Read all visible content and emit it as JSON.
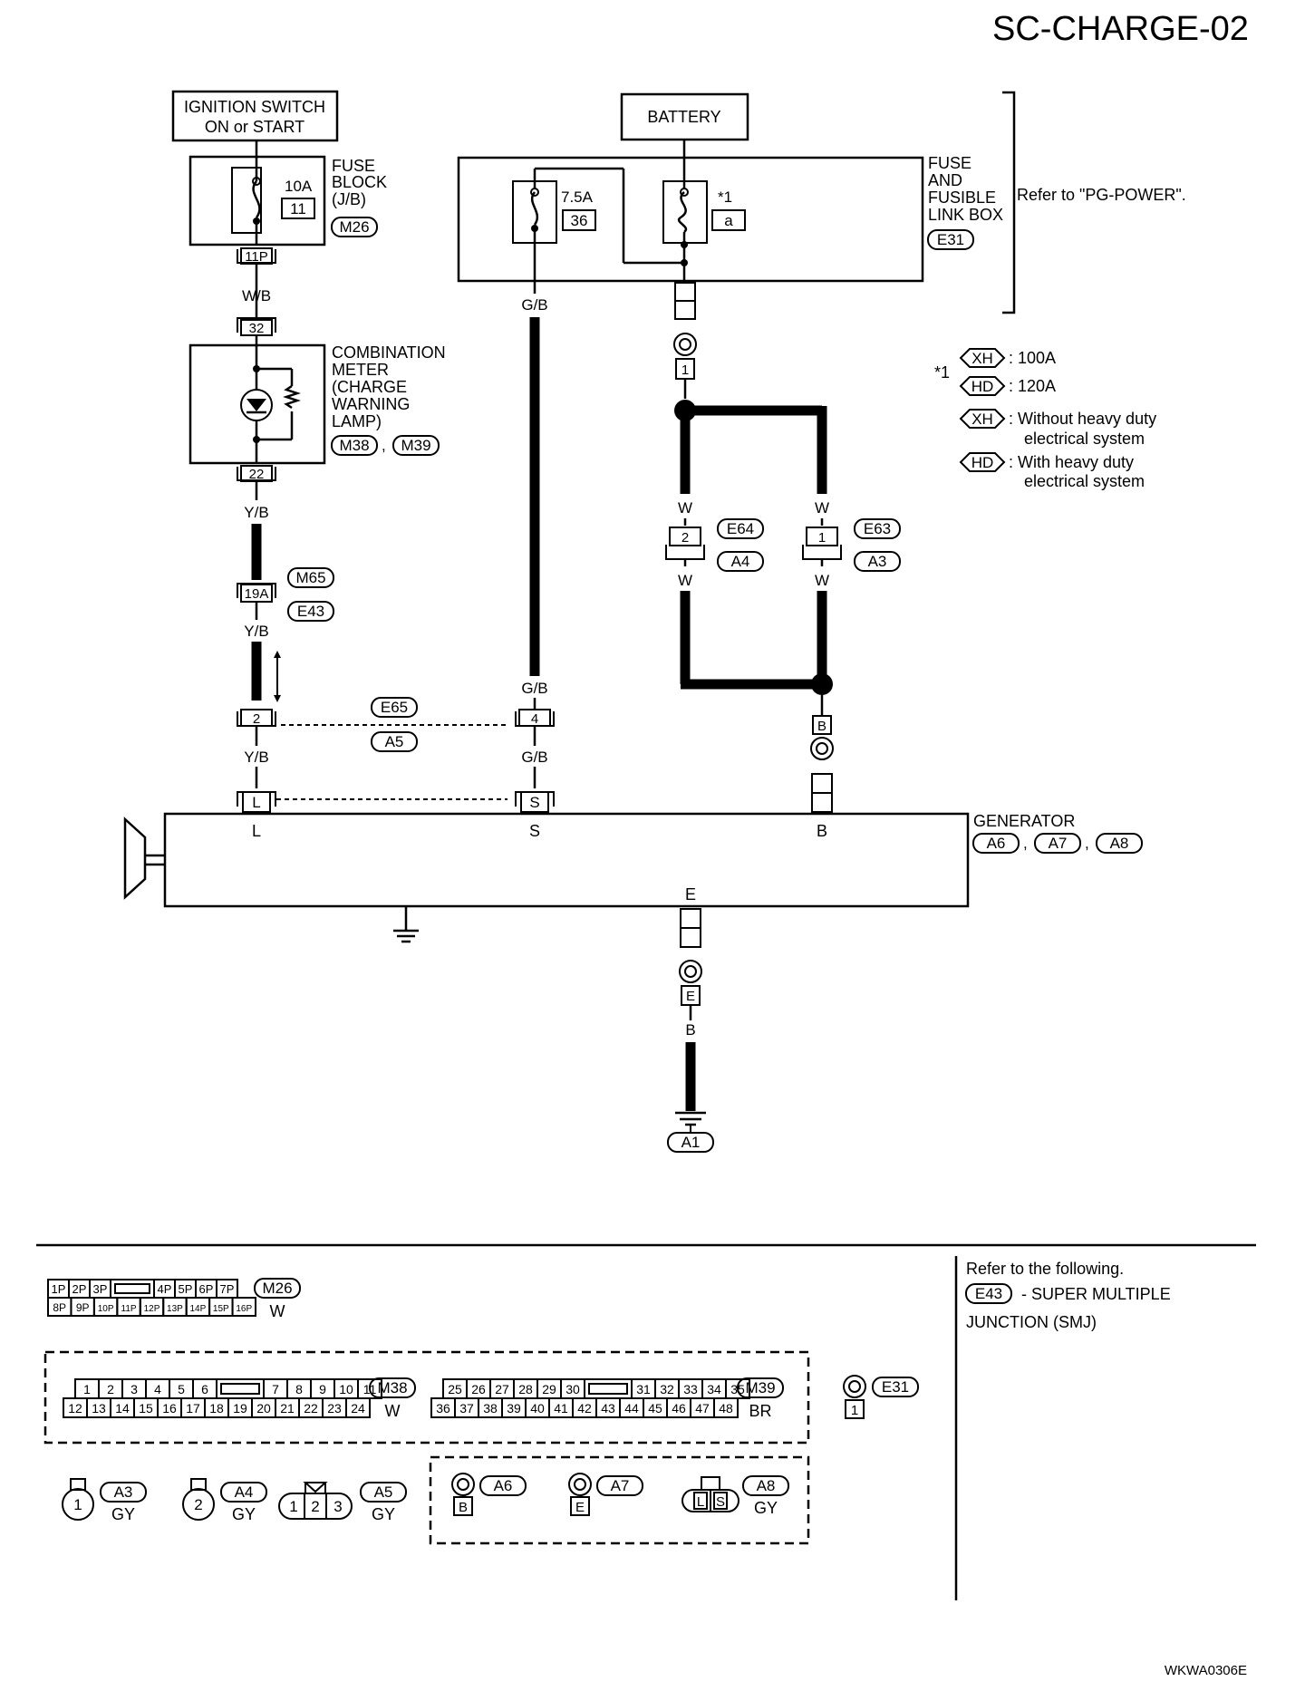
{
  "title": "SC-CHARGE-02",
  "footer_code": "WKWA0306E",
  "ignition": {
    "line1": "IGNITION SWITCH",
    "line2": "ON or START"
  },
  "battery": "BATTERY",
  "fuse_block": {
    "label1": "FUSE",
    "label2": "BLOCK",
    "label3": "(J/B)",
    "amp": "10A",
    "num": "11",
    "connector": "M26",
    "pin": "11P"
  },
  "fusible_box": {
    "label1": "FUSE",
    "label2": "AND",
    "label3": "FUSIBLE",
    "label4": "LINK BOX",
    "connector": "E31",
    "fuse1_amp": "7.5A",
    "fuse1_num": "36",
    "fuse2_star": "*1",
    "fuse2_num": "a",
    "pin": "1"
  },
  "refer_power": "Refer to \"PG-POWER\".",
  "legend": {
    "star": "*1",
    "xh": "XH",
    "hd": "HD",
    "xh_val": ": 100A",
    "hd_val": ": 120A",
    "xh_desc1": ": Without heavy duty",
    "xh_desc2": "electrical system",
    "hd_desc1": ": With heavy duty",
    "hd_desc2": "electrical system"
  },
  "combination_meter": {
    "l1": "COMBINATION",
    "l2": "METER",
    "l3": "(CHARGE",
    "l4": "WARNING",
    "l5": "LAMP)",
    "conn1": "M38",
    "comma": ",",
    "conn2": "M39",
    "pin_top": "32",
    "pin_bottom": "22"
  },
  "wires": {
    "wb": "W/B",
    "yb1": "Y/B",
    "yb2": "Y/B",
    "yb3": "Y/B",
    "gb1": "G/B",
    "gb2": "G/B",
    "gb3": "G/B",
    "w1": "W",
    "w2": "W",
    "w3": "W",
    "w4": "W",
    "b1": "B"
  },
  "connectors": {
    "m65": "M65",
    "e43": "E43",
    "pin_19a": "19A",
    "e65": "E65",
    "a5": "A5",
    "pin_2": "2",
    "pin_4": "4",
    "e64": "E64",
    "a4": "A4",
    "pin_e64": "2",
    "e63": "E63",
    "a3": "A3",
    "pin_e63": "1",
    "pin_b": "B",
    "pin_l": "L",
    "pin_s": "S",
    "pin_e": "E",
    "a1": "A1"
  },
  "generator": {
    "label": "GENERATOR",
    "c1": "A6",
    "c2": "A7",
    "c3": "A8",
    "comma": ",",
    "term_l": "L",
    "term_s": "S",
    "term_b": "B",
    "term_e": "E"
  },
  "bottom": {
    "refer_line1": "Refer to the following.",
    "refer_conn": "E43",
    "refer_line2": "- SUPER MULTIPLE",
    "refer_line3": "JUNCTION (SMJ)",
    "m26_row1": [
      "1P",
      "2P",
      "3P",
      "",
      "4P",
      "5P",
      "6P",
      "7P"
    ],
    "m26_row2": [
      "8P",
      "9P",
      "10P",
      "11P",
      "12P",
      "13P",
      "14P",
      "15P",
      "16P"
    ],
    "m26_conn": "M26",
    "m26_color": "W",
    "m38_row1": [
      "1",
      "2",
      "3",
      "4",
      "5",
      "6",
      "",
      "7",
      "8",
      "9",
      "10",
      "11"
    ],
    "m38_row2": [
      "12",
      "13",
      "14",
      "15",
      "16",
      "17",
      "18",
      "19",
      "20",
      "21",
      "22",
      "23",
      "24"
    ],
    "m38_conn": "M38",
    "m38_color": "W",
    "m39_row1": [
      "25",
      "26",
      "27",
      "28",
      "29",
      "30",
      "",
      "31",
      "32",
      "33",
      "34",
      "35"
    ],
    "m39_row2": [
      "36",
      "37",
      "38",
      "39",
      "40",
      "41",
      "42",
      "43",
      "44",
      "45",
      "46",
      "47",
      "48"
    ],
    "m39_conn": "M39",
    "m39_color": "BR",
    "e31_conn": "E31",
    "e31_pin": "1",
    "a3_conn": "A3",
    "a3_pin": "1",
    "a3_color": "GY",
    "a4_conn": "A4",
    "a4_pin": "2",
    "a4_color": "GY",
    "a5_conn": "A5",
    "a5_pins": [
      "1",
      "2",
      "3"
    ],
    "a5_color": "GY",
    "a6_conn": "A6",
    "a6_pin": "B",
    "a7_conn": "A7",
    "a7_pin": "E",
    "a8_conn": "A8",
    "a8_pins": [
      "L",
      "S"
    ],
    "a8_color": "GY"
  }
}
